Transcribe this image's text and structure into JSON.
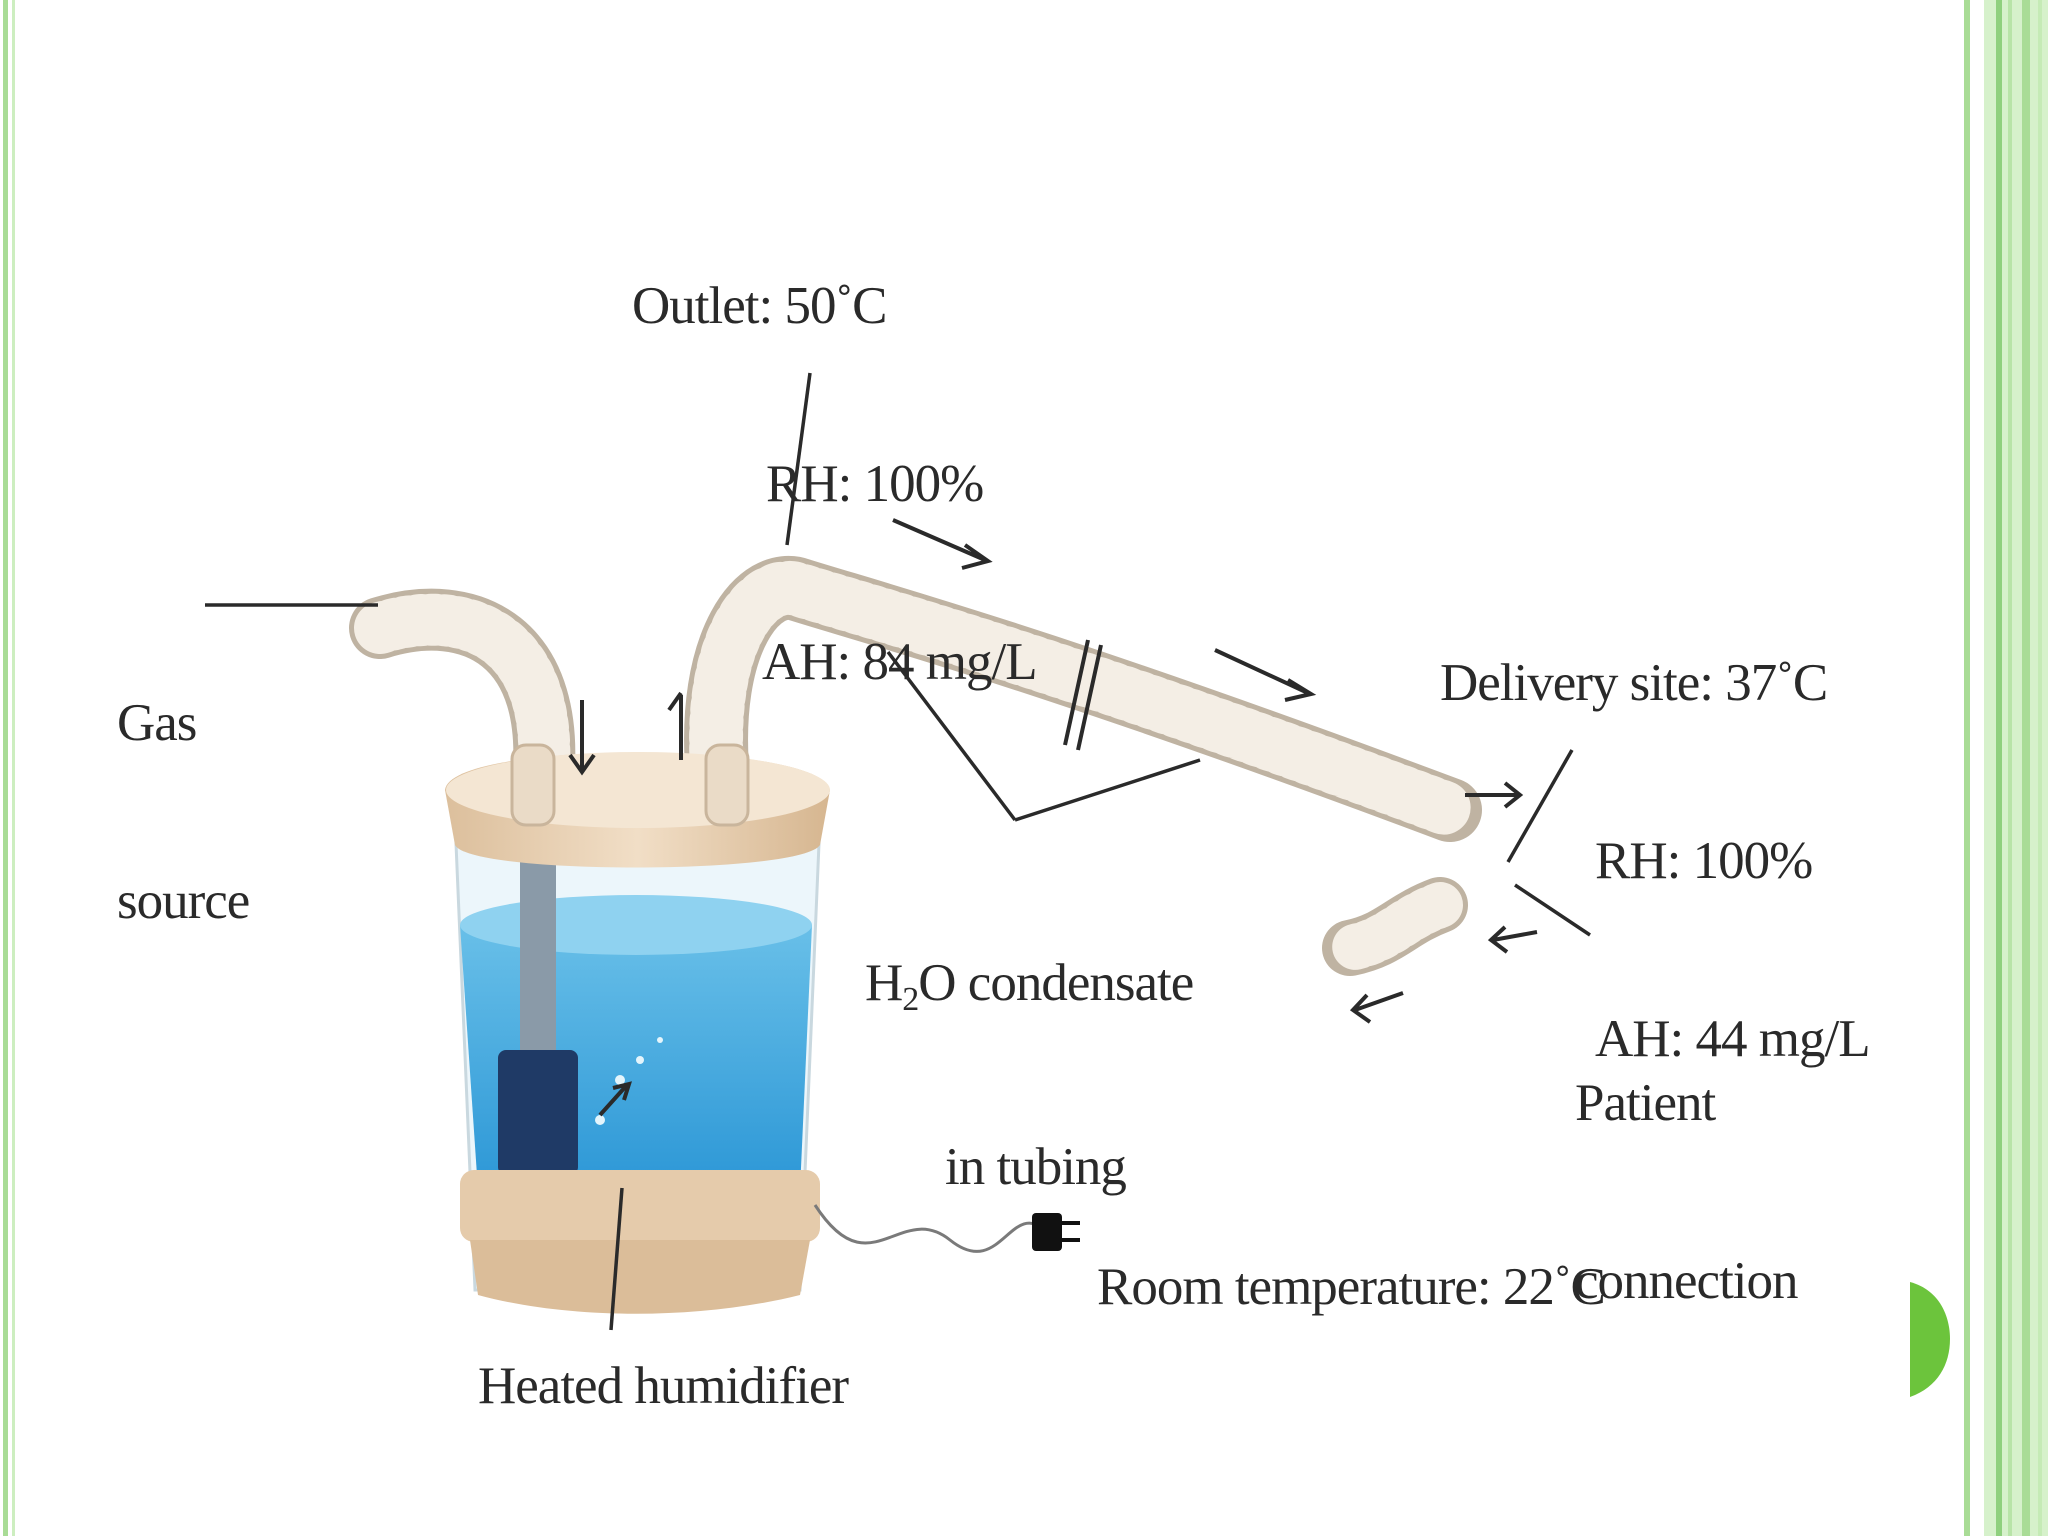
{
  "labels": {
    "outlet": {
      "line1": "Outlet: 50˚C",
      "line2": "RH: 100%",
      "line3": "AH: 84 mg/L"
    },
    "gas_source": {
      "line1": "Gas",
      "line2": "source"
    },
    "delivery": {
      "line1": "Delivery site: 37˚C",
      "line2": "RH: 100%",
      "line3": "AH: 44 mg/L"
    },
    "condensate": {
      "h": "H",
      "sub": "2",
      "rest": "O condensate",
      "line2": "in tubing"
    },
    "patient": {
      "line1": "Patient",
      "line2": "connection"
    },
    "room": "Room temperature: 22˚C",
    "humidifier": "Heated humidifier"
  },
  "colors": {
    "frame_green": "#8fd07e",
    "accent_green": "#6cc43c",
    "water_blue": "#4aaee0",
    "tube_tan": "#efe6da",
    "base_tan": "#e8cfb0"
  },
  "icons": [
    "flow-arrow-icon",
    "power-plug-icon"
  ]
}
